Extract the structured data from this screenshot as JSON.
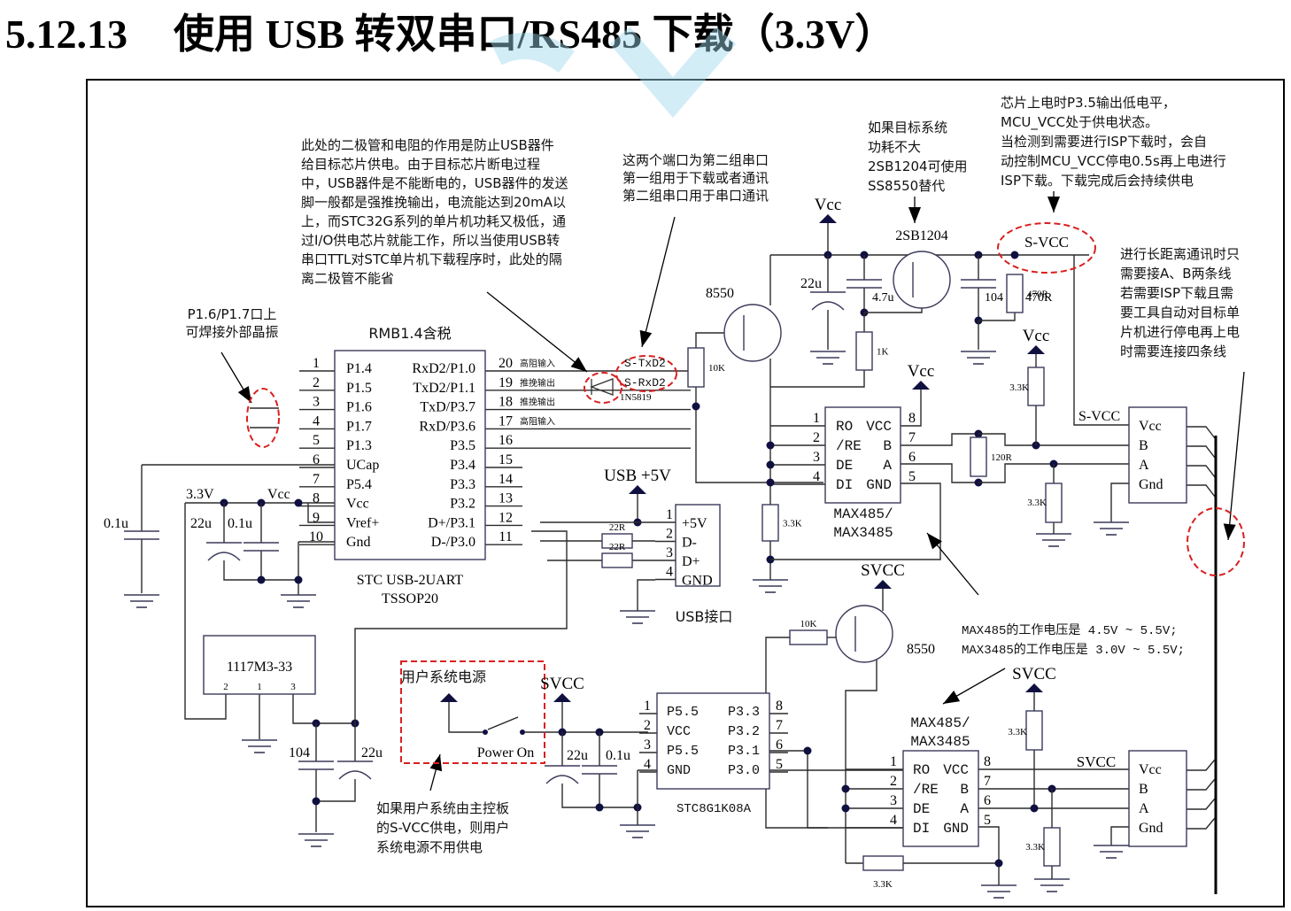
{
  "title": {
    "number": "5.12.13",
    "text": "使用 USB 转双串口/RS485 下载（3.3V）"
  },
  "notes": {
    "diode_note": [
      "此处的二极管和电阻的作用是防止USB器件",
      "给目标芯片供电。由于目标芯片断电过程",
      "中，USB器件是不能断电的，USB器件的发送",
      "脚一般都是强推挽输出，电流能达到20mA以",
      "上，而STC32G系列的单片机功耗又极低，通",
      "过I/O供电芯片就能工作，所以当使用USB转",
      "串口TTL对STC单片机下载程序时，此处的隔",
      "离二极管不能省"
    ],
    "port_note": [
      "这两个端口为第二组串口",
      "第一组用于下载或者通讯",
      "第二组串口用于串口通讯"
    ],
    "transistor_note": [
      "如果目标系统",
      "功耗不大",
      "2SB1204可使用",
      "SS8550替代"
    ],
    "svcc_note": [
      "芯片上电时P3.5输出低电平，",
      "MCU_VCC处于供电状态。",
      "当检测到需要进行ISP下载时，会自",
      "动控制MCU_VCC停电0.5s再上电进行",
      "ISP下载。下载完成后会持续供电"
    ],
    "longdist_note": [
      "进行长距离通讯时只",
      "需要接A、B两条线",
      "若需要ISP下载且需",
      "要工具自动对目标单",
      "片机进行停电再上电",
      "时需要连接四条线"
    ],
    "crystal_note": [
      "P1.6/P1.7口上",
      "可焊接外部晶振"
    ],
    "max_voltage_note": [
      "MAX485的工作电压是 4.5V ~ 5.5V;",
      "MAX3485的工作电压是 3.0V ~ 5.5V;"
    ],
    "user_power_note": [
      "如果用户系统由主控板",
      "的S-VCC供电，则用户",
      "系统电源不用供电"
    ]
  },
  "main_chip": {
    "top_label": "RMB1.4含税",
    "name": "STC USB-2UART",
    "package": "TSSOP20",
    "left_pins": [
      {
        "num": "1",
        "name": "P1.4"
      },
      {
        "num": "2",
        "name": "P1.5"
      },
      {
        "num": "3",
        "name": "P1.6"
      },
      {
        "num": "4",
        "name": "P1.7"
      },
      {
        "num": "5",
        "name": "P1.3"
      },
      {
        "num": "6",
        "name": "UCap"
      },
      {
        "num": "7",
        "name": "P5.4"
      },
      {
        "num": "8",
        "name": "Vcc"
      },
      {
        "num": "9",
        "name": "Vref+"
      },
      {
        "num": "10",
        "name": "Gnd"
      }
    ],
    "right_pins": [
      {
        "num": "20",
        "name": "RxD2/P1.0",
        "note": "高阻输入"
      },
      {
        "num": "19",
        "name": "TxD2/P1.1",
        "note": "推挽输出"
      },
      {
        "num": "18",
        "name": "TxD/P3.7",
        "note": "推挽输出"
      },
      {
        "num": "17",
        "name": "RxD/P3.6",
        "note": "高阻输入"
      },
      {
        "num": "16",
        "name": "P3.5",
        "note": ""
      },
      {
        "num": "15",
        "name": "P3.4",
        "note": ""
      },
      {
        "num": "14",
        "name": "P3.3",
        "note": ""
      },
      {
        "num": "13",
        "name": "P3.2",
        "note": ""
      },
      {
        "num": "12",
        "name": "D+/P3.1",
        "note": ""
      },
      {
        "num": "11",
        "name": "D-/P3.0",
        "note": ""
      }
    ]
  },
  "labels": {
    "s_txd2": "S-TxD2",
    "s_rxd2": "S-RxD2",
    "diode": "1N5819",
    "vcc": "Vcc",
    "svcc": "SVCC",
    "s_vcc": "S-VCC",
    "usb5v": "USB +5V",
    "v33": "3.3V",
    "cap_22u": "22u",
    "cap_01u": "0.1u",
    "cap_47u": "4.7u",
    "cap_104": "104",
    "r_10k": "10K",
    "r_1k": "1K",
    "r_470r": "470R",
    "r_33k": "3.3K",
    "r_120r": "120R",
    "r_22r": "22R",
    "q_8550": "8550",
    "q_2sb1204": "2SB1204",
    "usb_port": "USB接口",
    "regulator": "1117M3-33",
    "user_power": "用户系统电源",
    "power_on": "Power On",
    "stc8g": "STC8G1K08A",
    "max485": "MAX485/",
    "max3485": "MAX3485"
  },
  "usb_connector": {
    "pins": [
      {
        "num": "1",
        "name": "+5V"
      },
      {
        "num": "2",
        "name": "D-"
      },
      {
        "num": "3",
        "name": "D+"
      },
      {
        "num": "4",
        "name": "GND"
      }
    ]
  },
  "regulator_pins": [
    "2",
    "1",
    "3"
  ],
  "max485": {
    "left_pins": [
      {
        "num": "1",
        "name": "RO"
      },
      {
        "num": "2",
        "name": "/RE"
      },
      {
        "num": "3",
        "name": "DE"
      },
      {
        "num": "4",
        "name": "DI"
      }
    ],
    "right_pins": [
      {
        "num": "8",
        "name": "VCC"
      },
      {
        "num": "7",
        "name": "B"
      },
      {
        "num": "6",
        "name": "A"
      },
      {
        "num": "5",
        "name": "GND"
      }
    ]
  },
  "rs485_connector": {
    "pins": [
      "Vcc",
      "B",
      "A",
      "Gnd"
    ]
  },
  "stc8g_chip": {
    "left_pins": [
      {
        "num": "1",
        "name": "P5.5"
      },
      {
        "num": "2",
        "name": "VCC"
      },
      {
        "num": "3",
        "name": "P5.5"
      },
      {
        "num": "4",
        "name": "GND"
      }
    ],
    "right_pins": [
      {
        "num": "8",
        "name": "P3.3"
      },
      {
        "num": "7",
        "name": "P3.2"
      },
      {
        "num": "6",
        "name": "P3.1"
      },
      {
        "num": "5",
        "name": "P3.0"
      }
    ]
  }
}
